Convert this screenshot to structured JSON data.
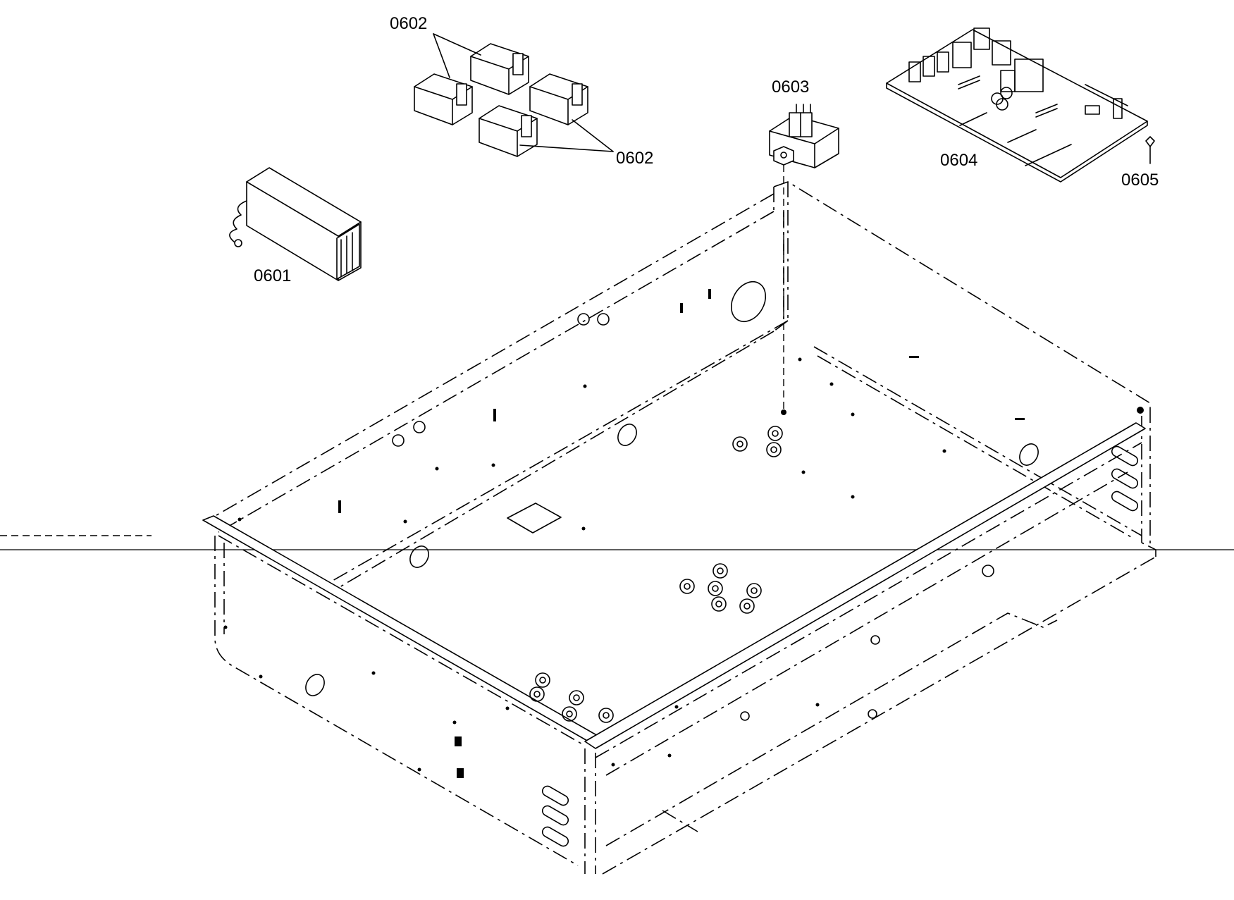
{
  "diagram": {
    "labels": [
      {
        "id": "0601",
        "text": "0601"
      },
      {
        "id": "0602a",
        "text": "0602"
      },
      {
        "id": "0602b",
        "text": "0602"
      },
      {
        "id": "0603",
        "text": "0603"
      },
      {
        "id": "0604",
        "text": "0604"
      },
      {
        "id": "0605",
        "text": "0605"
      }
    ]
  }
}
